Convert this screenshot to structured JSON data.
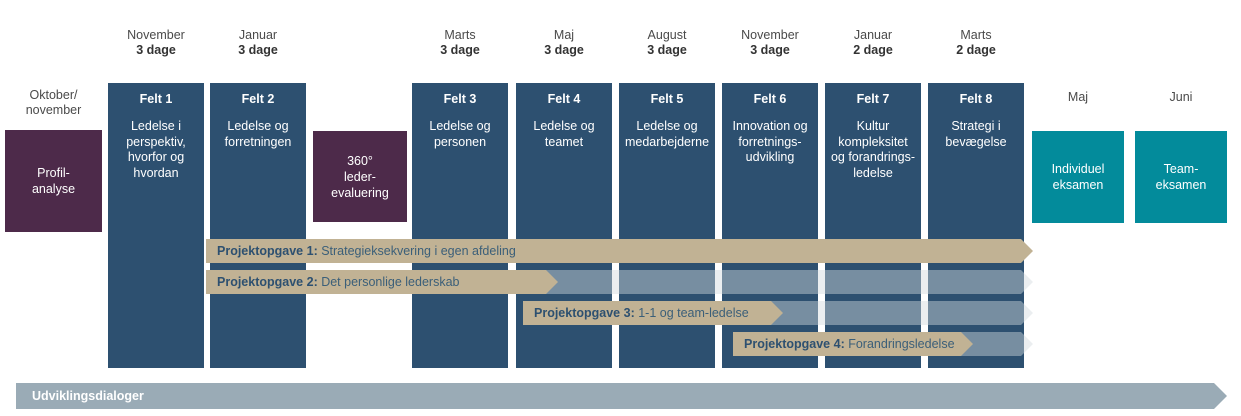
{
  "colors": {
    "module": "#2d5070",
    "assessment": "#4d2a4a",
    "exam": "#038b9b",
    "task_bar": "#c1b294",
    "task_ghost": "#d2dade",
    "dialog_bar": "#9aabb6",
    "background": "#ffffff"
  },
  "periods": [
    {
      "month": "November",
      "days": "3 dage"
    },
    {
      "month": "Januar",
      "days": "3 dage"
    },
    {
      "month": "Marts",
      "days": "3 dage"
    },
    {
      "month": "Maj",
      "days": "3 dage"
    },
    {
      "month": "August",
      "days": "3 dage"
    },
    {
      "month": "November",
      "days": "3 dage"
    },
    {
      "month": "Januar",
      "days": "2 dage"
    },
    {
      "month": "Marts",
      "days": "2 dage"
    }
  ],
  "side_labels": {
    "start": "Oktober/\nnovember",
    "start_line1": "Oktober/",
    "start_line2": "november",
    "exam_individual": "Maj",
    "exam_team": "Juni"
  },
  "assessments": [
    {
      "id": "profilanalyse",
      "line1": "Profil-",
      "line2": "analyse"
    },
    {
      "id": "leder-evaluering",
      "line1": "360°",
      "line2": "leder-",
      "line3": "evaluering"
    }
  ],
  "modules": [
    {
      "title": "Felt 1",
      "desc": "Ledelse i perspektiv, hvorfor og hvordan"
    },
    {
      "title": "Felt 2",
      "desc": "Ledelse og forretningen"
    },
    {
      "title": "Felt 3",
      "desc": "Ledelse og personen"
    },
    {
      "title": "Felt 4",
      "desc": "Ledelse og teamet"
    },
    {
      "title": "Felt 5",
      "desc": "Ledelse og medarbejderne"
    },
    {
      "title": "Felt 6",
      "desc": "Innovation og forretnings-udvikling"
    },
    {
      "title": "Felt 7",
      "desc": "Kultur kompleksitet og forandrings-ledelse"
    },
    {
      "title": "Felt 8",
      "desc": "Strategi i bevægelse"
    }
  ],
  "exams": [
    {
      "line1": "Individuel",
      "line2": "eksamen"
    },
    {
      "line1": "Team-",
      "line2": "eksamen"
    }
  ],
  "tasks": [
    {
      "label_bold": "Projektopgave 1:",
      "label_rest": " Strategieksekvering i egen afdeling"
    },
    {
      "label_bold": "Projektopgave 2:",
      "label_rest": " Det personlige lederskab"
    },
    {
      "label_bold": "Projektopgave 3:",
      "label_rest": " 1-1 og team-ledelse"
    },
    {
      "label_bold": "Projektopgave 4:",
      "label_rest": " Forandringsledelse"
    }
  ],
  "dialog_bar": {
    "label": "Udviklingsdialoger"
  }
}
